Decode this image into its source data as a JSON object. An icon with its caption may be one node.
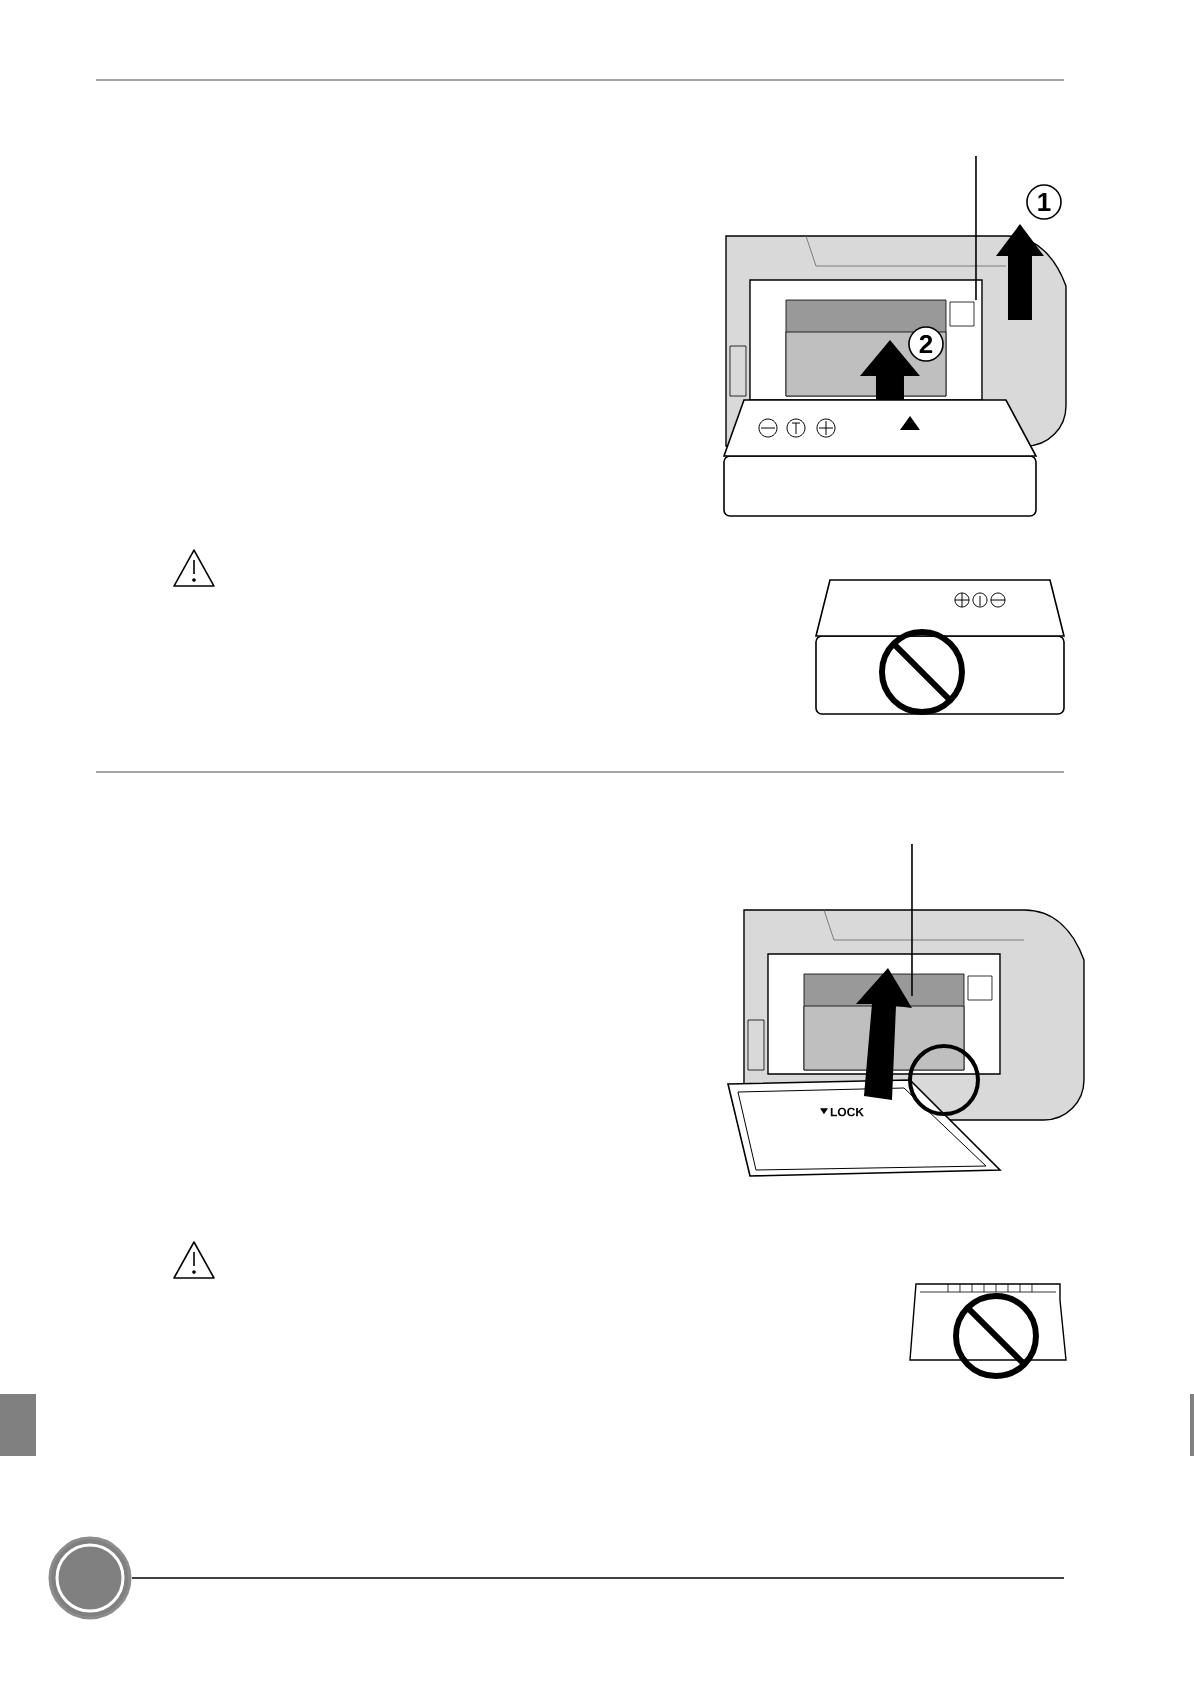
{
  "diagram": {
    "labels": [
      "1",
      "2",
      "LOCK"
    ]
  }
}
